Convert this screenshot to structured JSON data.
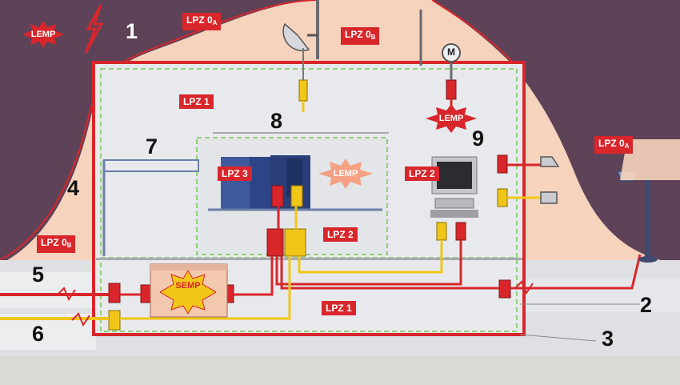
{
  "zones": {
    "lpz0a_top": "LPZ 0",
    "lpz0a_top_sub": "A",
    "lpz0b_top": "LPZ 0",
    "lpz0b_top_sub": "B",
    "lpz0a_right": "LPZ 0",
    "lpz0a_right_sub": "A",
    "lpz0b_left": "LPZ 0",
    "lpz0b_left_sub": "B",
    "lpz1_upper": "LPZ 1",
    "lpz1_lower": "LPZ 1",
    "lpz2_center": "LPZ 2",
    "lpz2_right": "LPZ 2",
    "lpz3": "LPZ 3"
  },
  "bursts": {
    "lemp_top": "LEMP",
    "lemp_cabinet": "LEMP",
    "lemp_motor": "LEMP",
    "semp": "SEMP"
  },
  "motor_symbol": "M",
  "numbers": [
    "1",
    "2",
    "3",
    "4",
    "5",
    "6",
    "7",
    "8",
    "9"
  ],
  "colors": {
    "background_purple": "#5e4358",
    "lightning_area": "#f6d3bd",
    "building_shield": "#d8262b",
    "lpz1_fill": "#e8e9ec",
    "zone_border_dashed": "#8fcf7a",
    "cabinet_blue": "#344c8e",
    "power_line": "#d8262b",
    "signal_line": "#f0c619",
    "spd_red": "#d8262b",
    "spd_yellow": "#f0c619",
    "ground": "#c9cbcf"
  }
}
